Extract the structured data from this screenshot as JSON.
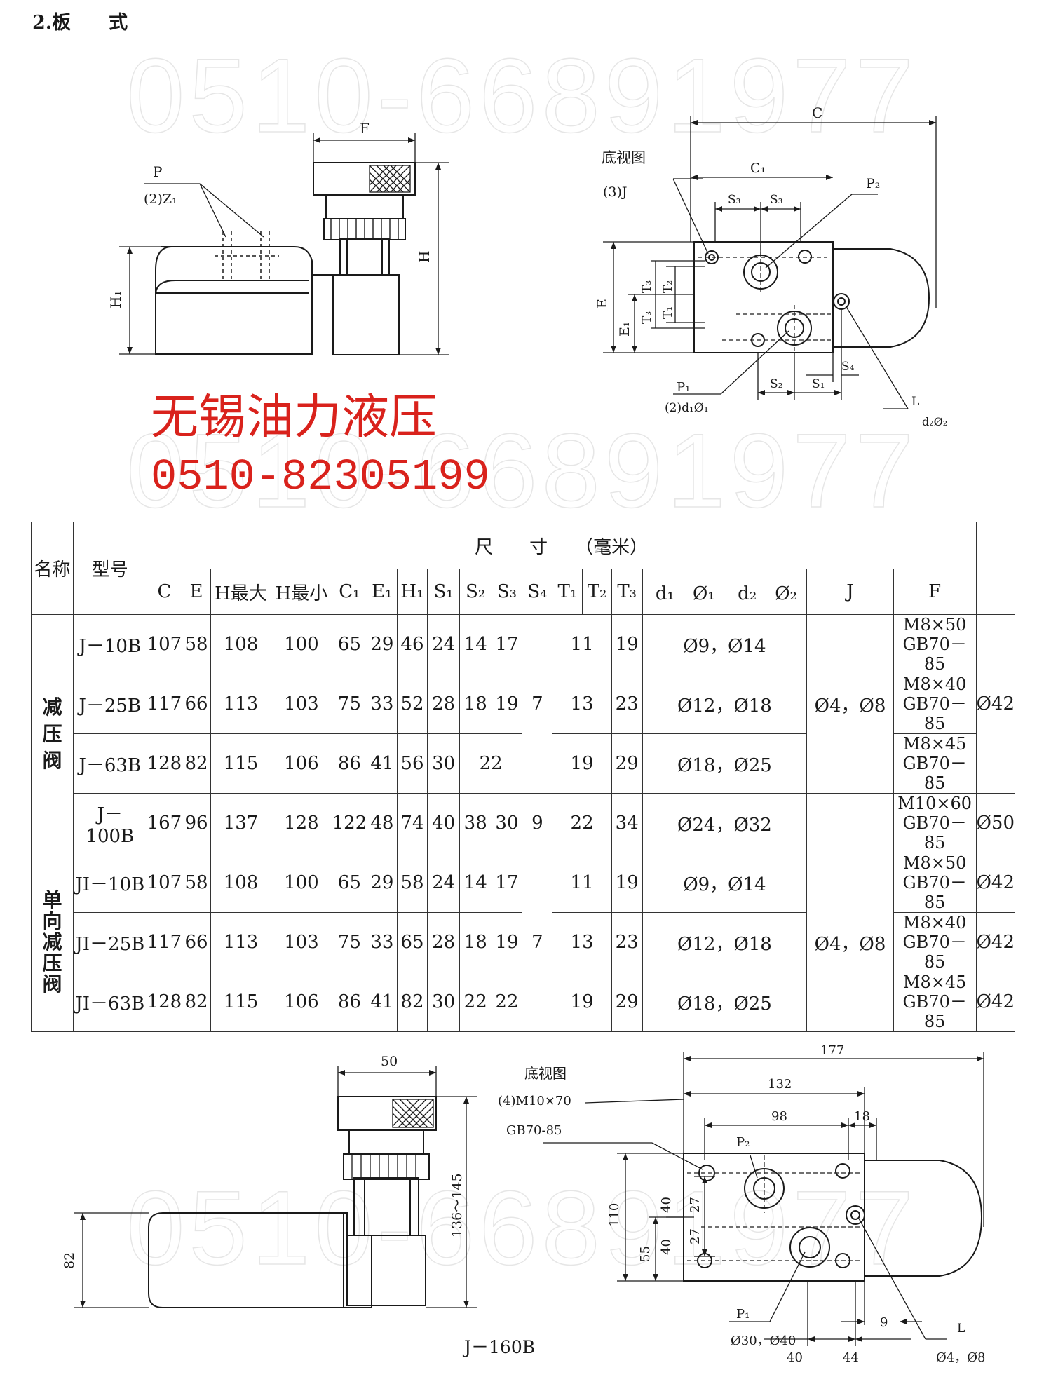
{
  "section_title": "2.板　　式",
  "watermark": "0510-66891977",
  "company": {
    "name": "无锡油力液压",
    "phone": "0510-82305199"
  },
  "diagram1": {
    "labels": {
      "F": "F",
      "P": "P",
      "Z1": "(2)Z₁",
      "H": "H",
      "H1": "H₁",
      "bottom_view": "底视图",
      "C": "C",
      "C1": "C₁",
      "J": "(3)J",
      "P2": "P₂",
      "S3a": "S₃",
      "S3b": "S₃",
      "E": "E",
      "E1": "E₁",
      "T3a": "T₃",
      "T2": "T₂",
      "T3b": "T₃",
      "T1": "T₁",
      "S4": "S₄",
      "S2": "S₂",
      "S1": "S₁",
      "P1": "P₁",
      "d1": "(2)d₁Ø₁",
      "L": "L",
      "d2": "d₂Ø₂"
    }
  },
  "table": {
    "h_name": "名称",
    "h_model": "型号",
    "h_dims": "尺　　寸　　（毫米）",
    "cols": [
      "C",
      "E",
      "H最大",
      "H最小",
      "C₁",
      "E₁",
      "H₁",
      "S₁",
      "S₂",
      "S₃",
      "S₄",
      "T₁",
      "T₂",
      "T₃",
      "d₁　Ø₁",
      "d₂　Ø₂",
      "J",
      "F"
    ],
    "groups": [
      "减压阀",
      "单向减压阀"
    ],
    "rows": [
      {
        "model": "J－10B",
        "C": "107",
        "E": "58",
        "Hmax": "108",
        "Hmin": "100",
        "C1": "65",
        "E1": "29",
        "H1": "46",
        "S1": "24",
        "S2": "14",
        "S3": "17",
        "T1": "11",
        "T3": "19",
        "d1": "Ø9，Ø14",
        "J1": "M8×50",
        "J2": "GB70－85"
      },
      {
        "model": "J－25B",
        "C": "117",
        "E": "66",
        "Hmax": "113",
        "Hmin": "103",
        "C1": "75",
        "E1": "33",
        "H1": "52",
        "S1": "28",
        "S2": "18",
        "S3": "19",
        "S4": "7",
        "T1": "13",
        "T3": "23",
        "d1": "Ø12，Ø18",
        "J1": "M8×40",
        "J2": "GB70－85",
        "F": "Ø42"
      },
      {
        "model": "J－63B",
        "C": "128",
        "E": "82",
        "Hmax": "115",
        "Hmin": "106",
        "C1": "86",
        "E1": "41",
        "H1": "56",
        "S1": "30",
        "S23": "22",
        "T1": "19",
        "T3": "29",
        "d1": "Ø18，Ø25",
        "d2": "Ø4，Ø8",
        "J1": "M8×45",
        "J2": "GB70－85"
      },
      {
        "model": "J－100B",
        "C": "167",
        "E": "96",
        "Hmax": "137",
        "Hmin": "128",
        "C1": "122",
        "E1": "48",
        "H1": "74",
        "S1": "40",
        "S2": "38",
        "S3": "30",
        "S4": "9",
        "T1": "22",
        "T3": "34",
        "d1": "Ø24，Ø32",
        "J1": "M10×60",
        "J2": "GB70－85",
        "F": "Ø50"
      },
      {
        "model": "JI－10B",
        "C": "107",
        "E": "58",
        "Hmax": "108",
        "Hmin": "100",
        "C1": "65",
        "E1": "29",
        "H1": "58",
        "S1": "24",
        "S2": "14",
        "S3": "17",
        "T1": "11",
        "T3": "19",
        "d1": "Ø9，Ø14",
        "J1": "M8×50",
        "J2": "GB70－85",
        "F": "Ø42"
      },
      {
        "model": "JI－25B",
        "C": "117",
        "E": "66",
        "Hmax": "113",
        "Hmin": "103",
        "C1": "75",
        "E1": "33",
        "H1": "65",
        "S1": "28",
        "S2": "18",
        "S3": "19",
        "S4": "7",
        "T1": "13",
        "T3": "23",
        "d1": "Ø12，Ø18",
        "d2": "Ø4，Ø8",
        "J1": "M8×40",
        "J2": "GB70－85",
        "F": "Ø42"
      },
      {
        "model": "JI－63B",
        "C": "128",
        "E": "82",
        "Hmax": "115",
        "Hmin": "106",
        "C1": "86",
        "E1": "41",
        "H1": "82",
        "S1": "30",
        "S2": "22",
        "S3": "22",
        "T1": "19",
        "T3": "29",
        "d1": "Ø18，Ø25",
        "J1": "M8×45",
        "J2": "GB70－85",
        "F": "Ø42"
      }
    ]
  },
  "diagram2": {
    "caption": "J－160B",
    "labels": {
      "w50": "50",
      "h136": "136～145",
      "h82": "82",
      "bottom_view": "底视图",
      "w177": "177",
      "w132": "132",
      "w98": "98",
      "w18": "18",
      "bolt": "(4)M10×70",
      "gb": "GB70-85",
      "P2": "P₂",
      "h110": "110",
      "h55": "55",
      "v40a": "40",
      "v40b": "40",
      "v27a": "27",
      "v27b": "27",
      "P1": "P₁",
      "d_p1": "Ø30，Ø40",
      "w9": "9",
      "L": "L",
      "w40": "40",
      "w44": "44",
      "d_l": "Ø4，Ø8"
    }
  }
}
